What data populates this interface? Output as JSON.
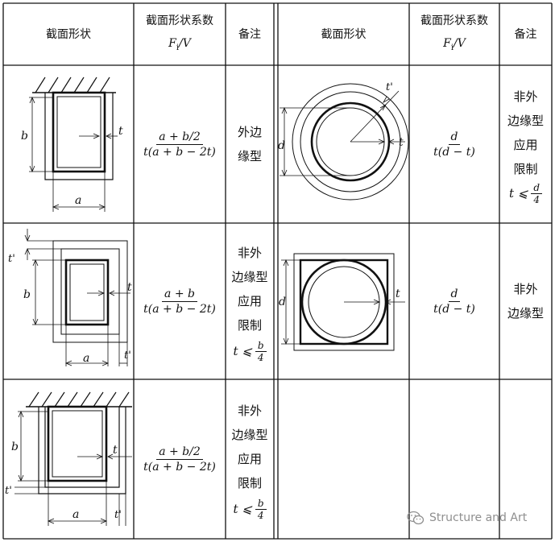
{
  "headers": {
    "shape": "截面形状",
    "factor": "截面形状系数",
    "factor_symbol": "F_i/V",
    "note": "备注"
  },
  "rows": [
    {
      "formula": {
        "num": "a + b/2",
        "den": "t(a + b − 2t)"
      },
      "note_lines": [
        "外边",
        "缘型"
      ],
      "labels": {
        "b": "b",
        "t": "t",
        "a": "a"
      }
    },
    {
      "formula": {
        "num": "a + b",
        "den": "t(a + b − 2t)"
      },
      "note_lines": [
        "非外",
        "边缘型",
        "应用",
        "限制"
      ],
      "condition": {
        "lhs": "t ⩽",
        "num": "b",
        "den": "4"
      },
      "labels": {
        "t_prime_top": "t'",
        "b": "b",
        "t": "t",
        "a": "a",
        "t_prime_bottom": "t'"
      }
    },
    {
      "formula": {
        "num": "a + b/2",
        "den": "t(a + b − 2t)"
      },
      "note_lines": [
        "非外",
        "边缘型",
        "应用",
        "限制"
      ],
      "condition": {
        "lhs": "t ⩽",
        "num": "b",
        "den": "4"
      },
      "labels": {
        "b": "b",
        "t": "t",
        "t_prime_left": "t'",
        "a": "a",
        "t_prime_bottom": "t'"
      }
    },
    {
      "formula": {
        "num": "d",
        "den": "t(d − t)"
      },
      "note_lines": [
        "非外",
        "边缘型",
        "应用",
        "限制"
      ],
      "condition": {
        "lhs": "t ⩽",
        "num": "d",
        "den": "4"
      },
      "labels": {
        "t_prime": "t'",
        "d": "d",
        "t": "t"
      }
    },
    {
      "formula": {
        "num": "d",
        "den": "t(d − t)"
      },
      "note_lines": [
        "非外",
        "边缘型"
      ],
      "labels": {
        "d": "d",
        "t": "t"
      }
    }
  ],
  "watermark": "Structure and Art",
  "watermark_icon": "wechat-icon"
}
